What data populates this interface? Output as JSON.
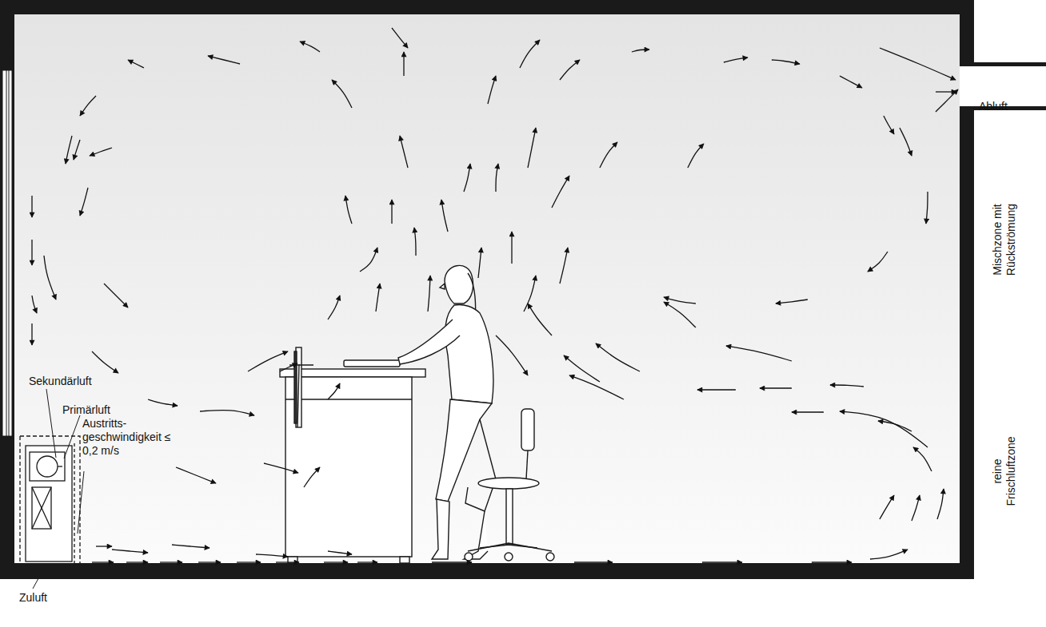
{
  "diagram": {
    "labels": [
      "Abluft",
      "Mischzone mit Rückströmung",
      "reine Frischluftzone",
      "Sekundärluft",
      "Primärluft",
      "Austritts- geschwindigkeit ≤ 0,2 m/s",
      "Zuluft"
    ]
  }
}
